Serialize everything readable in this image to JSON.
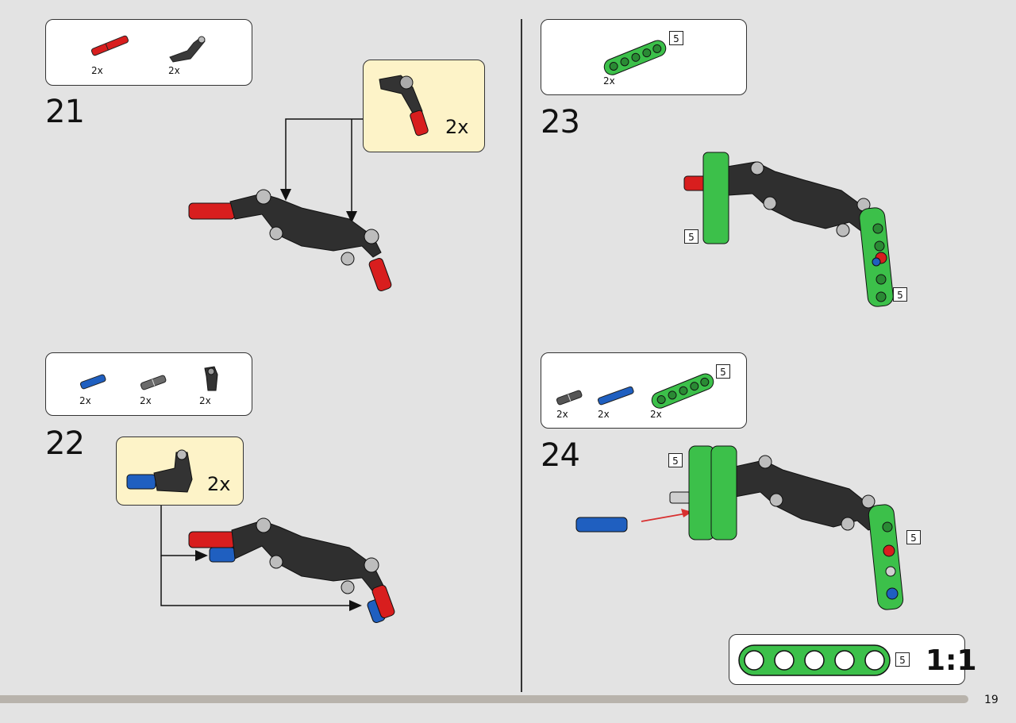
{
  "page": {
    "number": "19"
  },
  "colors": {
    "red": "#d81e1e",
    "blue": "#1f5fc0",
    "green": "#3cc04a",
    "dark": "#2b2b2b",
    "grey": "#8a8a8a",
    "callout_bg": "#ffffff",
    "sub_bg": "#fdf3c8"
  },
  "steps": [
    {
      "number": "21",
      "parts": [
        {
          "icon": "red-axle-pin-icon",
          "qty": "2x"
        },
        {
          "icon": "angle-connector-icon",
          "qty": "2x"
        }
      ],
      "subassembly_qty": "2x"
    },
    {
      "number": "22",
      "parts": [
        {
          "icon": "blue-axle-pin-icon",
          "qty": "2x"
        },
        {
          "icon": "grey-pin-icon",
          "qty": "2x"
        },
        {
          "icon": "pin-connector-icon",
          "qty": "2x"
        }
      ],
      "subassembly_qty": "2x"
    },
    {
      "number": "23",
      "parts": [
        {
          "icon": "green-beam-5-icon",
          "qty": "2x",
          "length": "5"
        }
      ],
      "beam_labels": [
        "5",
        "5"
      ]
    },
    {
      "number": "24",
      "parts": [
        {
          "icon": "grey-pin-icon",
          "qty": "2x"
        },
        {
          "icon": "blue-axle-pin-icon",
          "qty": "2x"
        },
        {
          "icon": "green-beam-5-icon",
          "qty": "2x",
          "length": "5"
        }
      ],
      "beam_labels": [
        "5",
        "5"
      ]
    }
  ],
  "scale_reference": {
    "length": "5",
    "label": "1:1"
  }
}
